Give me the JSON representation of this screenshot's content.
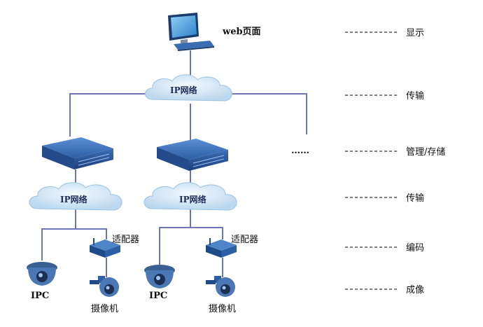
{
  "display": {
    "label": "web页面"
  },
  "clouds": {
    "top": "IP网络",
    "left": "IP网络",
    "right": "IP网络"
  },
  "ellipsis": "……",
  "devices": {
    "adapter_left": "适配器",
    "adapter_right": "适配器",
    "ipc_left": "IPC",
    "ipc_right": "IPC",
    "camera_left": "摄像机",
    "camera_right": "摄像机"
  },
  "layers": [
    "显示",
    "传输",
    "管理/存储",
    "传输",
    "编码",
    "成像"
  ],
  "colors": {
    "wire": "#6e74b8",
    "server": "#2f5fa8",
    "cloud": "#d9eaf7",
    "monitor": "#3a7bc8"
  }
}
